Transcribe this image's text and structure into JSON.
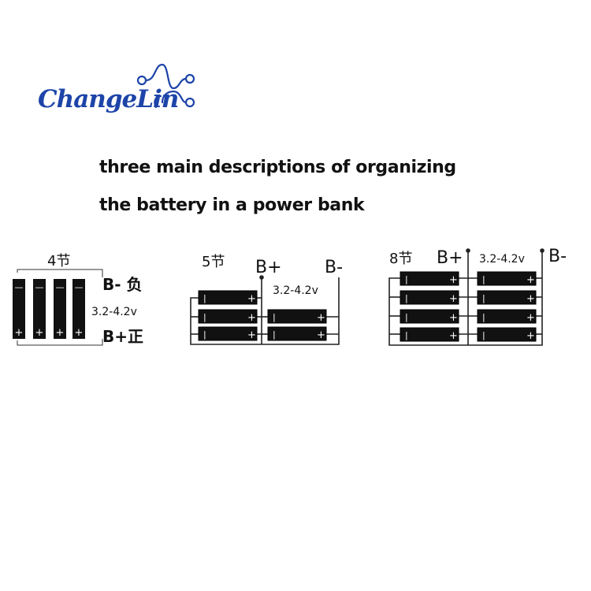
{
  "brand": {
    "name": "ChangeLin",
    "color": "#1d44a8",
    "icon": "circuit-nodes-icon"
  },
  "headline": {
    "line1": "three main descriptions of organizing",
    "line2": "the battery in a power bank"
  },
  "diagrams": [
    {
      "id": "four-cell",
      "count_label": "4节",
      "cells": 4,
      "negative_label": "B- 负",
      "voltage_label": "3.2-4.2v",
      "positive_label": "B+正"
    },
    {
      "id": "five-cell",
      "count_label": "5节",
      "cells": 5,
      "positive_label": "B+",
      "negative_label": "B-",
      "voltage_label": "3.2-4.2v"
    },
    {
      "id": "eight-cell",
      "count_label": "8节",
      "cells": 8,
      "positive_label": "B+",
      "negative_label": "B-",
      "voltage_label": "3.2-4.2v"
    }
  ],
  "cell_terminals": {
    "plus": "+",
    "minus": "—"
  },
  "colors": {
    "cell_fill": "#111111",
    "terminal": "#ffffff",
    "wire": "#222222"
  }
}
